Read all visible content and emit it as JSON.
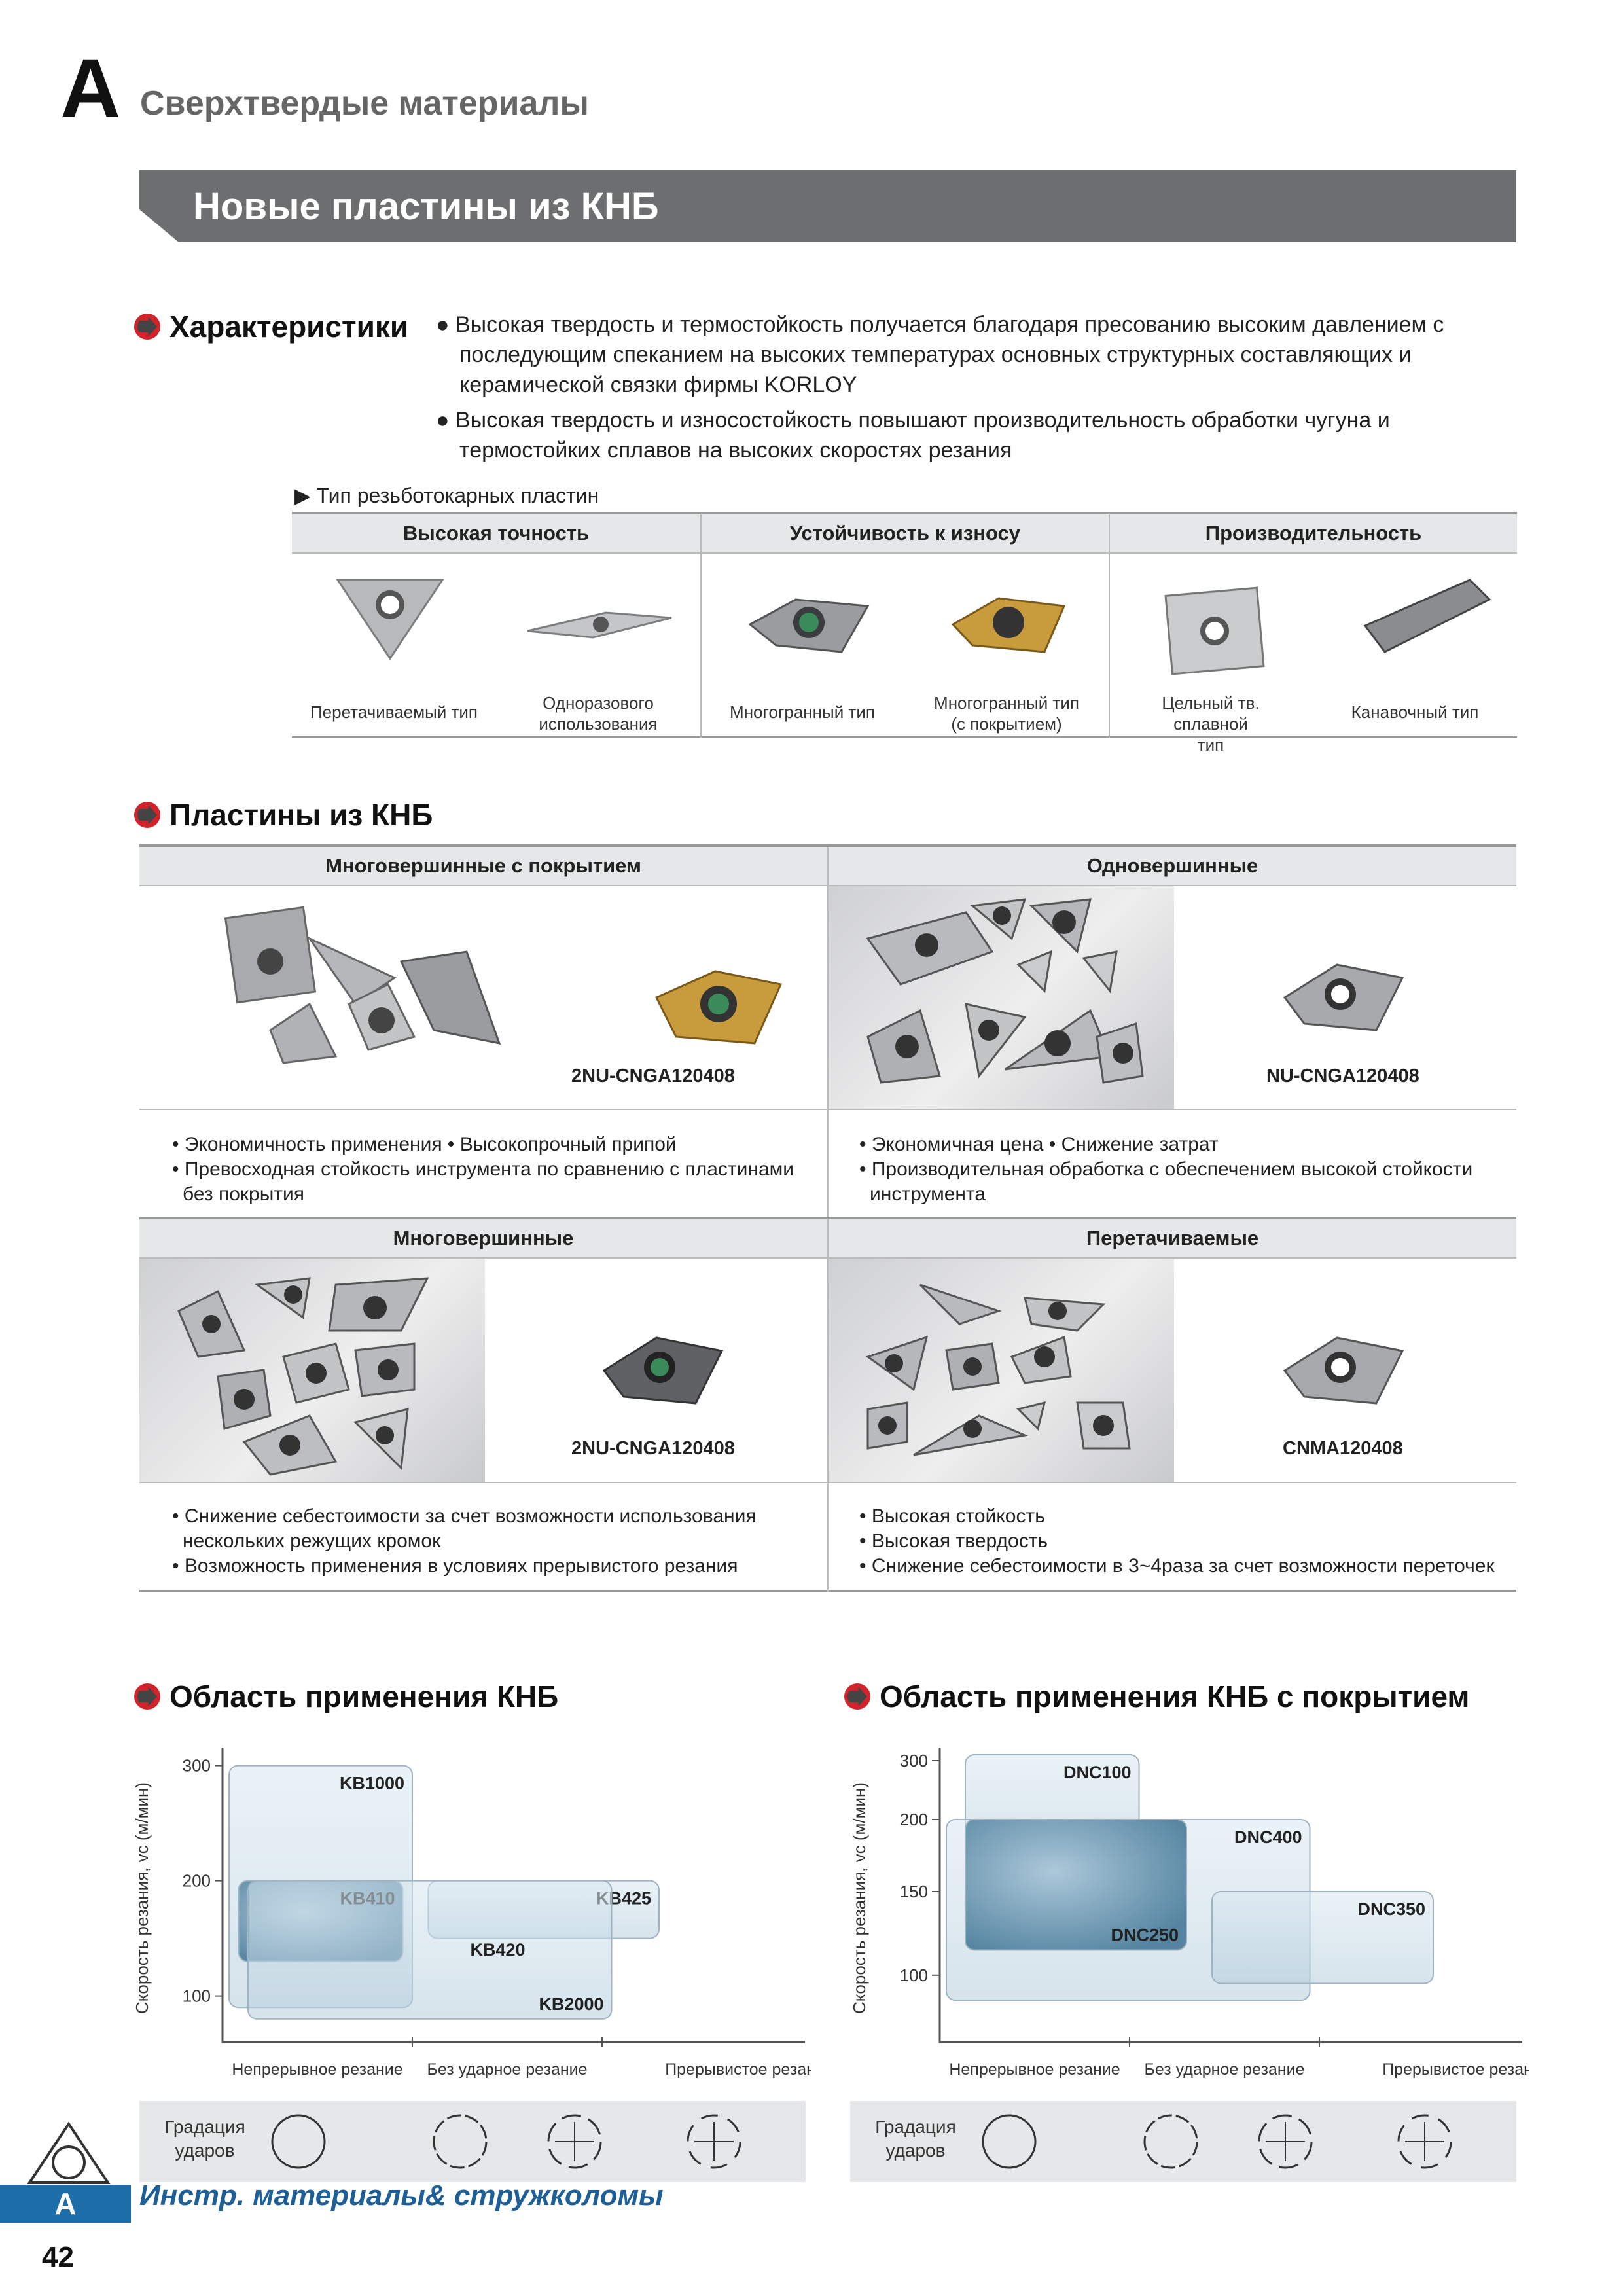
{
  "header": {
    "letter": "A",
    "section": "Сверхтвердые материалы",
    "banner": "Новые пластины из КНБ"
  },
  "features": {
    "title": "Характеристики",
    "bullets": [
      "● Высокая твердость и термостойкость получается благодаря пресованию высоким давлением с последующим спеканием на высоких температурах основных структурных составляющих и керамической связки фирмы KORLOY",
      "● Высокая твердость и износостойкость повышают производительность обработки чугуна и термостойких сплавов на высоких скоростях резания"
    ]
  },
  "thread_types": {
    "label": "▶ Тип резьботокарных пластин",
    "headers": [
      "Высокая точность",
      "Устойчивость к износу",
      "Производительность"
    ],
    "items": [
      "Перетачиваемый тип",
      "Одноразового использования",
      "Многогранный тип",
      "Многогранный тип (с покрытием)",
      "Цельный тв. сплавной тип",
      "Канавочный тип"
    ]
  },
  "cbn_inserts": {
    "title": "Пластины из КНБ",
    "cells": [
      {
        "header": "Многовершинные с покрытием",
        "code": "2NU-CNGA120408",
        "notes": [
          "• Экономичность применения • Высокопрочный припой",
          "• Превосходная стойкость инструмента по сравнению с пластинами без покрытия"
        ]
      },
      {
        "header": "Одновершинные",
        "code": "NU-CNGA120408",
        "notes": [
          "• Экономичная цена • Снижение затрат",
          "• Производительная обработка с обеспечением высокой стойкости инструмента"
        ]
      },
      {
        "header": "Многовершинные",
        "code": "2NU-CNGA120408",
        "notes": [
          "• Снижение себестоимости за счет возможности использования нескольких режущих кромок",
          "• Возможность применения в условиях прерывистого резания"
        ]
      },
      {
        "header": "Перетачиваемые",
        "code": "CNMA120408",
        "notes": [
          "• Высокая стойкость",
          "• Высокая твердость",
          "• Снижение себестоимости в 3~4раза за счет возможности переточек"
        ]
      }
    ]
  },
  "charts": {
    "ylabel": "Скорость резания, vc (м/мин)",
    "xcats": [
      "Непрерывное резание",
      "Без ударное резание",
      "Прерывистое резание"
    ],
    "grade_label": "Градация ударов"
  },
  "chart_data": [
    {
      "type": "area",
      "title": "Область применения КНБ",
      "ylabel": "Скорость резания, vc (м/мин)",
      "yticks": [
        100,
        200,
        300
      ],
      "categories": [
        "Непрерывное резание",
        "Без ударное резание",
        "Прерывистое резание"
      ],
      "series": [
        {
          "name": "KB1000",
          "x": [
            0,
            1
          ],
          "y": [
            90,
            300
          ]
        },
        {
          "name": "KB410",
          "x": [
            0.05,
            0.95
          ],
          "y": [
            130,
            200
          ]
        },
        {
          "name": "KB425",
          "x": [
            1.05,
            2.3
          ],
          "y": [
            150,
            200
          ]
        },
        {
          "name": "KB2000",
          "x": [
            0.1,
            2.05
          ],
          "y": [
            80,
            200
          ]
        }
      ],
      "extra_labels": [
        "KB420"
      ]
    },
    {
      "type": "area",
      "title": "Область применения КНБ с покрытием",
      "ylabel": "Скорость резания, vc (м/мин)",
      "yticks": [
        100,
        150,
        200,
        300
      ],
      "categories": [
        "Непрерывное резание",
        "Без ударное резание",
        "Прерывистое резание"
      ],
      "series": [
        {
          "name": "DNC100",
          "x": [
            0.1,
            1.05
          ],
          "y": [
            175,
            310
          ]
        },
        {
          "name": "DNC400",
          "x": [
            0,
            1.95
          ],
          "y": [
            85,
            200
          ]
        },
        {
          "name": "DNC250",
          "x": [
            0.1,
            1.3
          ],
          "y": [
            115,
            200
          ]
        },
        {
          "name": "DNC350",
          "x": [
            1.4,
            2.6
          ],
          "y": [
            95,
            150
          ]
        }
      ]
    }
  ],
  "footer": {
    "letter": "A",
    "title": "Инстр. материалы& стружколомы",
    "page": "42"
  }
}
